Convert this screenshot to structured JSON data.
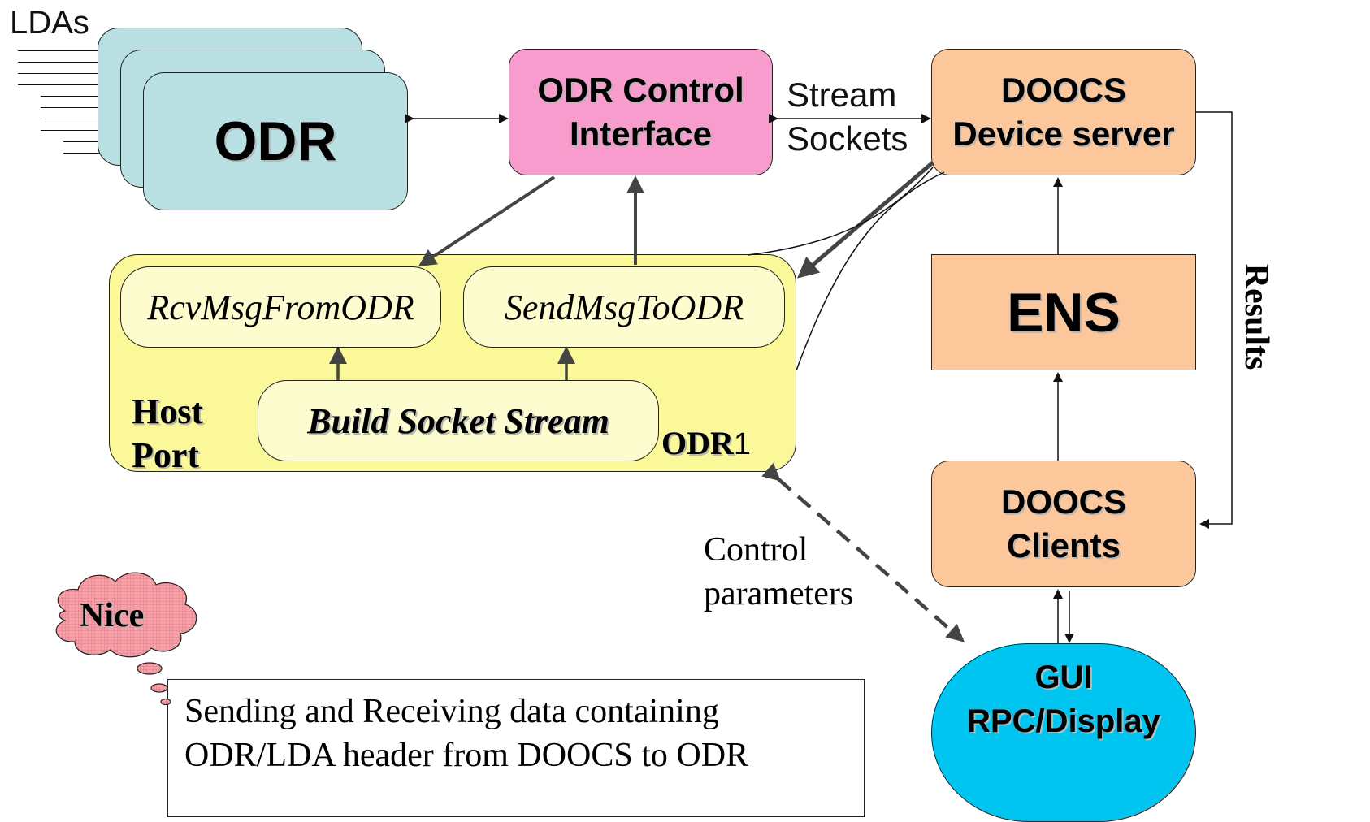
{
  "labels": {
    "ldas": "LDAs",
    "odr": "ODR",
    "odr_control_line1": "ODR Control",
    "odr_control_line2": "Interface",
    "stream": "Stream",
    "sockets": "Sockets",
    "doocs_server_line1": "DOOCS",
    "doocs_server_line2": "Device server",
    "ens": "ENS",
    "results": "Results",
    "doocs_clients_line1": "DOOCS",
    "doocs_clients_line2": "Clients",
    "gui_line1": "GUI",
    "gui_line2": "RPC/Display",
    "rcv": "RcvMsgFromODR",
    "send": "SendMsgToODR",
    "build": "Build Socket Stream",
    "host": "Host",
    "port": "Port",
    "odr1_a": "ODR",
    "odr1_b": "1",
    "control": "Control",
    "parameters": "parameters",
    "nice": "Nice",
    "note_line1": "Sending and Receiving data containing",
    "note_line2": "ODR/LDA header from DOOCS to ODR"
  },
  "colors": {
    "odr_fill": "#b9e0e3",
    "control_fill": "#f79ccd",
    "doocs_fill": "#fcc79a",
    "host_fill": "#fbf899",
    "inner_fill": "#fdfccf",
    "gui_fill": "#00c5f0",
    "cloud_fill": "#f6a0a8"
  }
}
